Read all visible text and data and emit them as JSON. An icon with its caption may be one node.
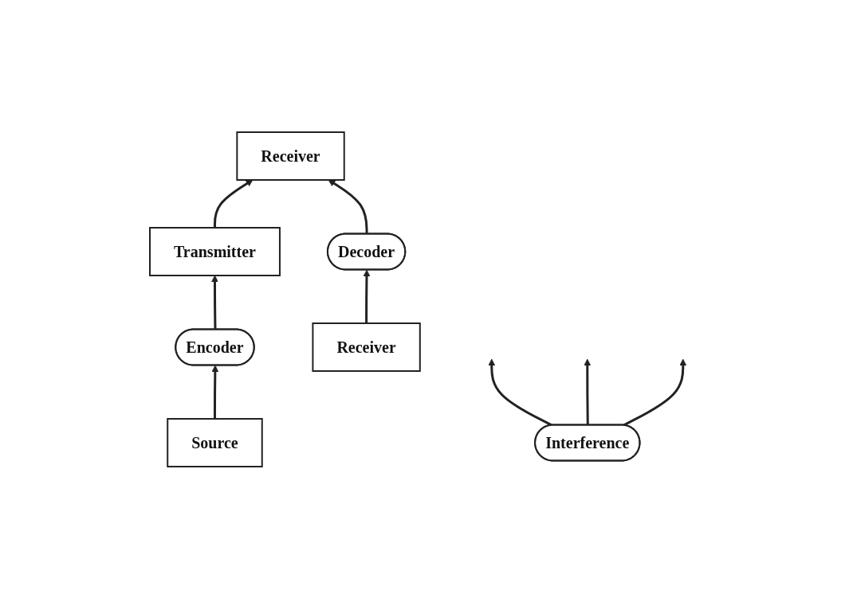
{
  "diagram": {
    "nodes": [
      {
        "text": [
          "Interference"
        ]
      },
      {
        "text": [
          "Transmitter"
        ]
      },
      {
        "text": [
          "Receiver"
        ]
      },
      {
        "text": [
          "Encoder"
        ]
      },
      {
        "text": [
          "Decoder"
        ]
      },
      {
        "text": [
          "Source"
        ]
      },
      {
        "text": [
          "Receiver"
        ]
      }
    ],
    "edges": [
      {
        "from": 0,
        "to": null,
        "arrow": "to"
      },
      {
        "from": 0,
        "to": null,
        "arrow": "to"
      },
      {
        "from": 0,
        "to": null,
        "arrow": "to"
      },
      {
        "from": 1,
        "to": 2,
        "arrow": "to"
      },
      {
        "from": 5,
        "to": 3,
        "arrow": "to"
      },
      {
        "from": 3,
        "to": 1,
        "arrow": "to"
      },
      {
        "from": 6,
        "to": 4,
        "arrow": "to"
      },
      {
        "from": 4,
        "to": 2,
        "arrow": "to"
      }
    ]
  }
}
